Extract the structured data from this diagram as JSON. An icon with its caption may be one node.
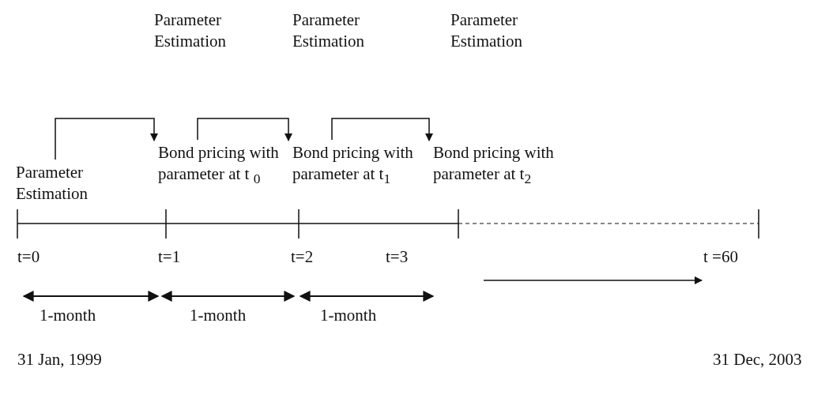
{
  "diagram": {
    "nodes": [
      {
        "text": [
          "Parameter Estimation"
        ]
      },
      {
        "text": [
          "Parameter Estimation"
        ]
      },
      {
        "text": [
          "Parameter Estimation"
        ]
      },
      {
        "text": [
          "Parameter Estimation"
        ]
      },
      {
        "text": [
          "Bond pricing with parameter at t $_{0}$"
        ]
      },
      {
        "text": [
          "Bond pricing with parameter at t$_{1}$"
        ]
      },
      {
        "text": [
          "Bond pricing with parameter at t$_{2}$"
        ]
      }
    ],
    "edges": [
      {
        "from": 3,
        "to": 4,
        "arrow": "to"
      },
      {
        "from": 4,
        "to": 5,
        "arrow": "to"
      },
      {
        "from": 5,
        "to": 6,
        "arrow": "to"
      }
    ],
    "labels": [
      "t=0",
      "t=1",
      "t=2",
      "t=3",
      "t =60",
      "1-month",
      "1-month",
      "1-month",
      "31 Jan, 1999",
      "31 Dec, 2003"
    ]
  }
}
